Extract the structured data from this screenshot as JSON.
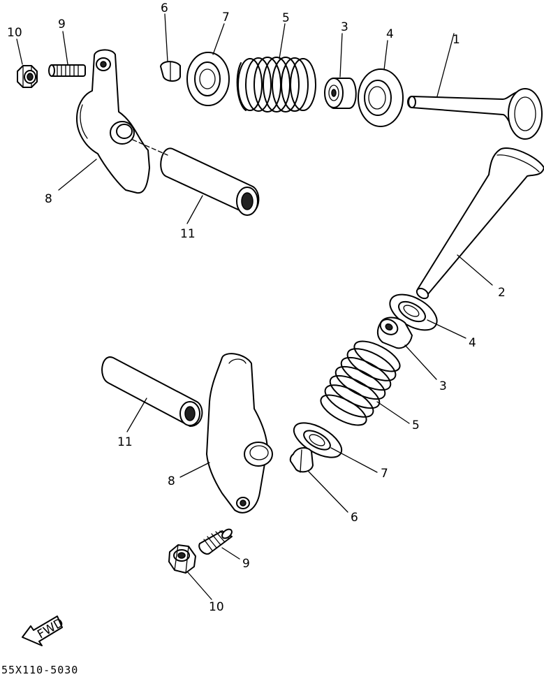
{
  "diagram": {
    "reference_code": "55X110-5030",
    "direction_badge": "FWD",
    "callouts": [
      {
        "id": "top-1",
        "text": "1"
      },
      {
        "id": "top-3",
        "text": "3"
      },
      {
        "id": "top-4",
        "text": "4"
      },
      {
        "id": "top-5",
        "text": "5"
      },
      {
        "id": "top-6",
        "text": "6"
      },
      {
        "id": "top-7",
        "text": "7"
      },
      {
        "id": "top-8",
        "text": "8"
      },
      {
        "id": "top-9",
        "text": "9"
      },
      {
        "id": "top-10",
        "text": "10"
      },
      {
        "id": "top-11",
        "text": "11"
      },
      {
        "id": "bot-2",
        "text": "2"
      },
      {
        "id": "bot-3",
        "text": "3"
      },
      {
        "id": "bot-4",
        "text": "4"
      },
      {
        "id": "bot-5",
        "text": "5"
      },
      {
        "id": "bot-6",
        "text": "6"
      },
      {
        "id": "bot-7",
        "text": "7"
      },
      {
        "id": "bot-8",
        "text": "8"
      },
      {
        "id": "bot-9",
        "text": "9"
      },
      {
        "id": "bot-10",
        "text": "10"
      },
      {
        "id": "bot-11",
        "text": "11"
      }
    ]
  }
}
